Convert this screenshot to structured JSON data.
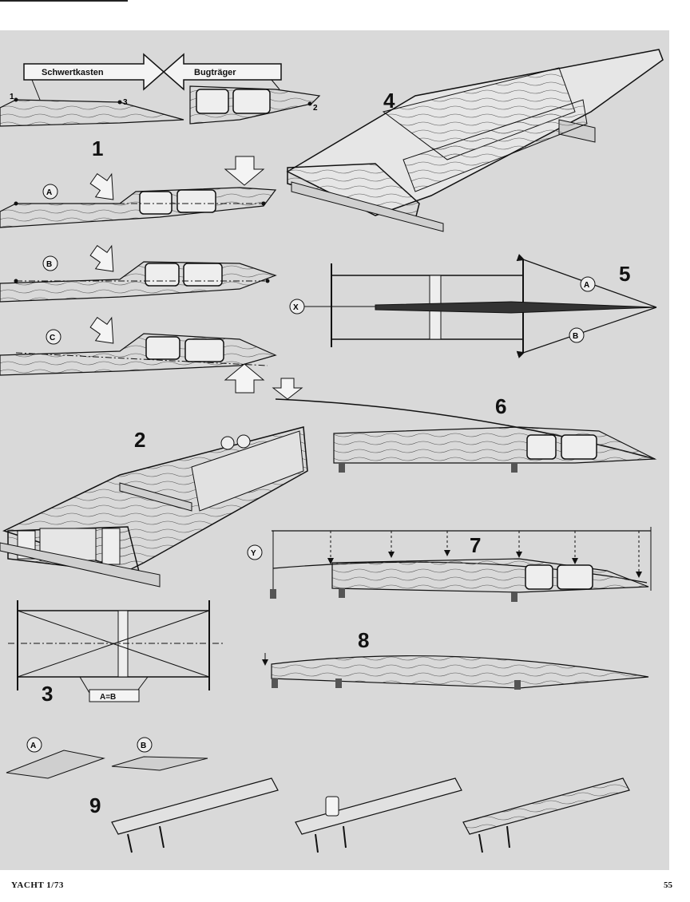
{
  "figures": {
    "f1": {
      "number": "1",
      "label_left": "Schwertkasten",
      "label_right": "Bugträger",
      "points": [
        "1",
        "2",
        "3"
      ],
      "variants": [
        "A",
        "B",
        "C"
      ]
    },
    "f2": {
      "number": "2"
    },
    "f3": {
      "number": "3",
      "formula": "A=B"
    },
    "f4": {
      "number": "4"
    },
    "f5": {
      "number": "5",
      "diag_a": "A",
      "diag_b": "B",
      "marker": "X"
    },
    "f6": {
      "number": "6"
    },
    "f7": {
      "number": "7",
      "marker": "Y"
    },
    "f8": {
      "number": "8"
    },
    "f9": {
      "number": "9",
      "detail_a": "A",
      "detail_b": "B"
    }
  },
  "footer": {
    "magazine": "YACHT 1/73",
    "page_number": "55"
  },
  "colors": {
    "panel": "#d9d9d9",
    "ink": "#111111",
    "wood": "#c9c9c9"
  }
}
